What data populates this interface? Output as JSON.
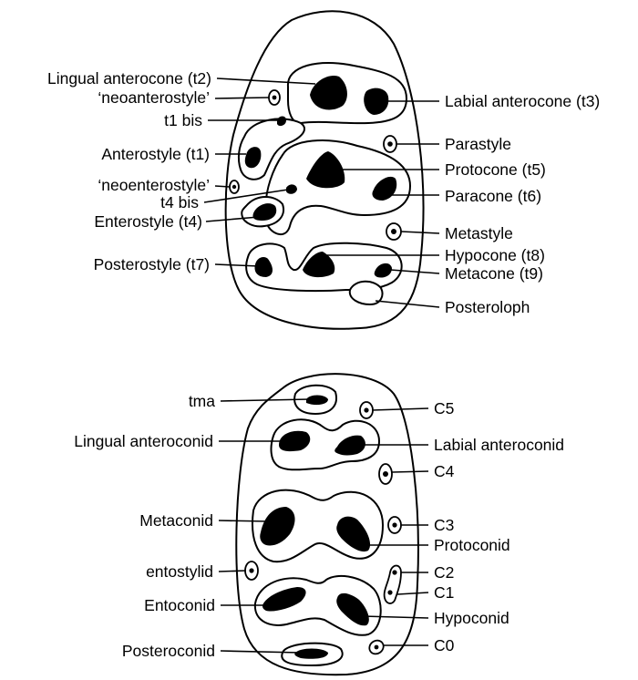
{
  "upper_molar": {
    "left_labels": {
      "lingual_anterocone": "Lingual anterocone (t2)",
      "neoanterostyle": "‘neoanterostyle’",
      "t1_bis": "t1 bis",
      "anterostyle": "Anterostyle (t1)",
      "neoenterostyle": "‘neoenterostyle’",
      "t4_bis": "t4 bis",
      "enterostyle": "Enterostyle (t4)",
      "posterostyle": "Posterostyle (t7)"
    },
    "right_labels": {
      "labial_anterocone": "Labial anterocone (t3)",
      "parastyle": "Parastyle",
      "protocone": "Protocone (t5)",
      "paracone": "Paracone (t6)",
      "metastyle": "Metastyle",
      "hypocone": "Hypocone (t8)",
      "metacone": "Metacone (t9)",
      "posteroloph": "Posteroloph"
    }
  },
  "lower_molar": {
    "left_labels": {
      "tma": "tma",
      "lingual_anteroconid": "Lingual anteroconid",
      "metaconid": "Metaconid",
      "entostylid": "entostylid",
      "entoconid": "Entoconid",
      "posteroconid": "Posteroconid"
    },
    "right_labels": {
      "c5": "C5",
      "labial_anteroconid": "Labial anteroconid",
      "c4": "C4",
      "c3": "C3",
      "protoconid": "Protoconid",
      "c2": "C2",
      "c1": "C1",
      "hypoconid": "Hypoconid",
      "c0": "C0"
    }
  }
}
